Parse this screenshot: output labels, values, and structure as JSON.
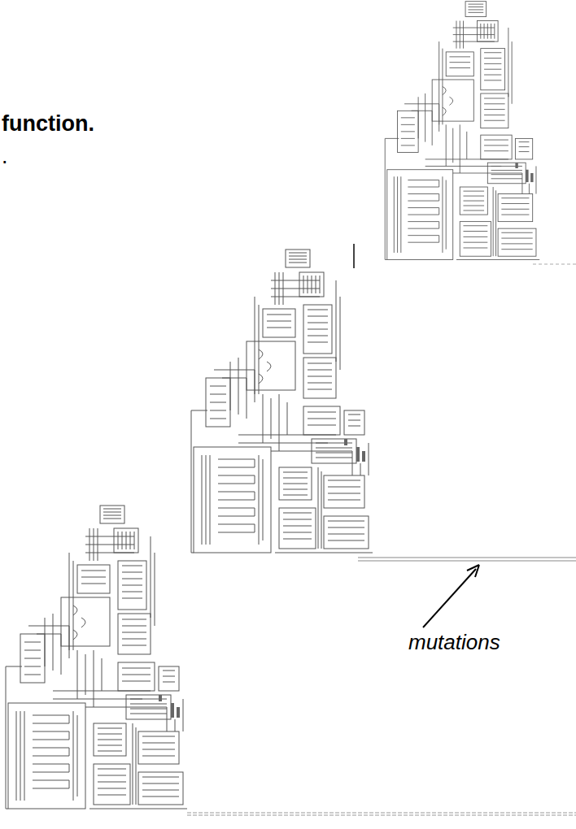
{
  "diagram": {
    "labels": [
      "function.",
      ".",
      "mutations"
    ]
  }
}
